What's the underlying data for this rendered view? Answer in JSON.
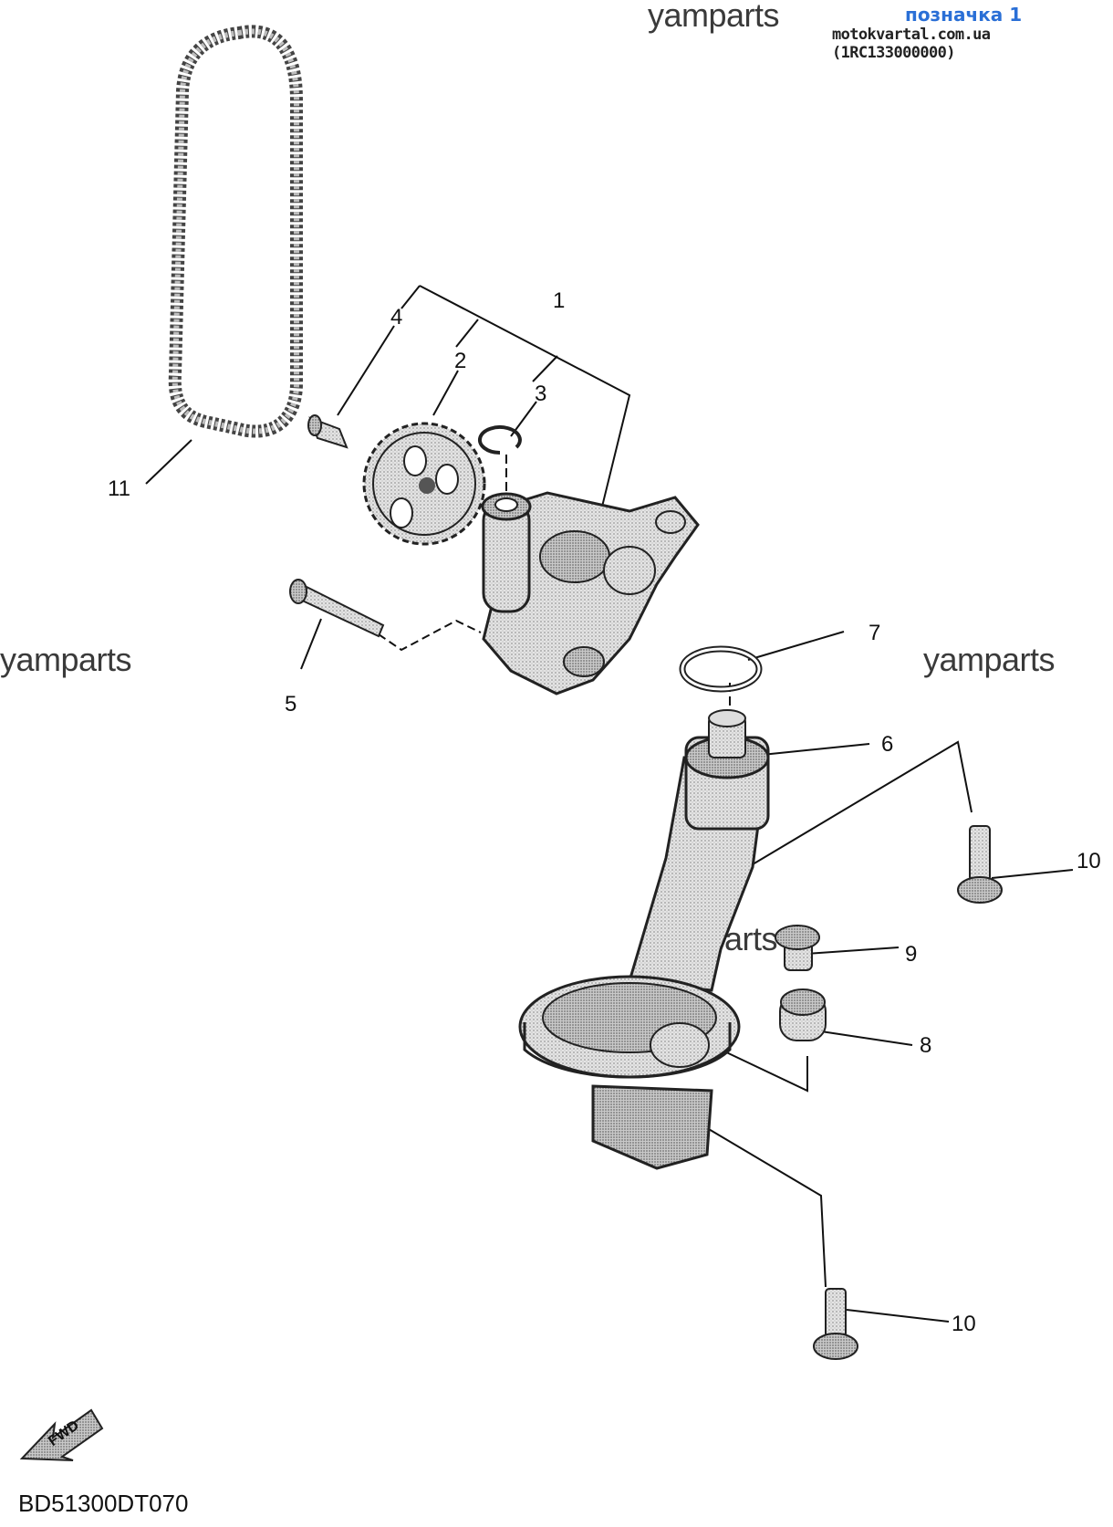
{
  "watermarks": [
    "yamparts",
    "yamparts",
    "yamparts",
    "yamparts"
  ],
  "header": {
    "link_text": "позначка 1",
    "source_text": "motokvartal.com.ua (1RC133000000)"
  },
  "callouts": [
    "1",
    "2",
    "3",
    "4",
    "5",
    "6",
    "7",
    "8",
    "9",
    "10",
    "10",
    "11"
  ],
  "fwd_label": "FWD",
  "diagram_code": "BD51300DT070"
}
